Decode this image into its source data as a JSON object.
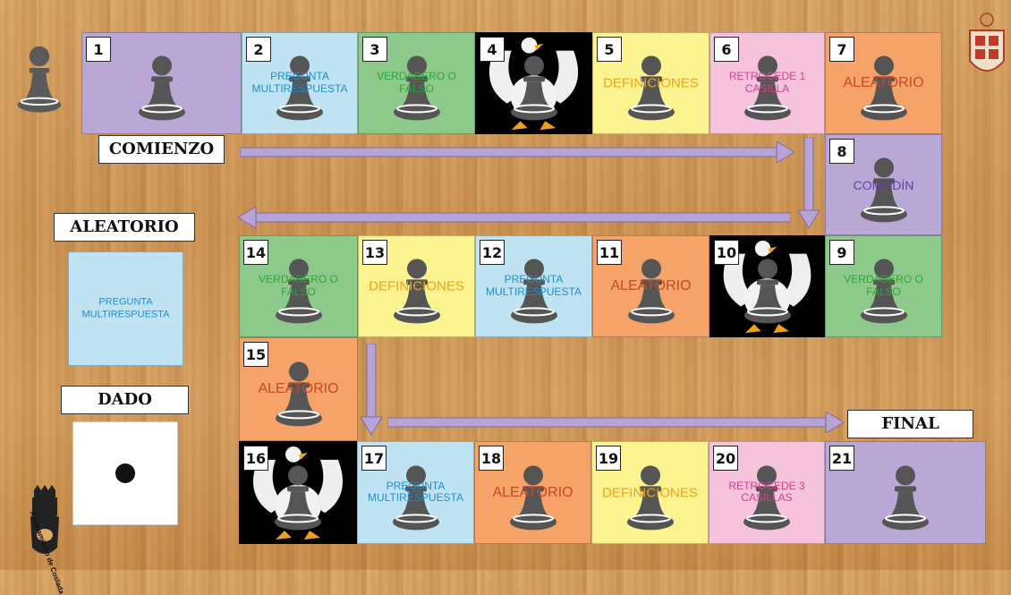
{
  "board": {
    "start_label": "COMIENZO",
    "end_label": "FINAL",
    "random_heading": "ALEATORIO",
    "random_card_text": "PREGUNTA MULTIRESPUESTA",
    "dice_heading": "DADO",
    "town_hall_credit": "Ayuntamiento de Coslada"
  },
  "colors": {
    "purple": "#b9a7d6",
    "blue": "#bfe3f3",
    "green": "#8dc98a",
    "yellow": "#fbf38f",
    "pink": "#f6c3dc",
    "orange": "#f6a36a",
    "black": "#000000",
    "arrow": "#b7a3d4"
  },
  "squares": [
    {
      "number": "1",
      "text": "",
      "color": "purple",
      "text_color": "#000000"
    },
    {
      "number": "2",
      "text": "PREGUNTA MULTIRESPUESTA",
      "color": "blue",
      "text_color": "#1d8fd0"
    },
    {
      "number": "3",
      "text": "VERDADERO O FALSO",
      "color": "green",
      "text_color": "#2aa63a"
    },
    {
      "number": "4",
      "text": "",
      "color": "black",
      "text_color": "#000000",
      "goose": true
    },
    {
      "number": "5",
      "text": "DEFINICIONES",
      "color": "yellow",
      "text_color": "#f0a21b"
    },
    {
      "number": "6",
      "text": "RETROCEDE 1 CASILLA",
      "color": "pink",
      "text_color": "#d4428a"
    },
    {
      "number": "7",
      "text": "ALEATORIO",
      "color": "orange",
      "text_color": "#c8472a"
    },
    {
      "number": "8",
      "text": "COMODÍN",
      "color": "purple",
      "text_color": "#6a3aa0"
    },
    {
      "number": "9",
      "text": "VERDADERO O FALSO",
      "color": "green",
      "text_color": "#2aa63a"
    },
    {
      "number": "10",
      "text": "",
      "color": "black",
      "text_color": "#000000",
      "goose": true
    },
    {
      "number": "11",
      "text": "ALEATORIO",
      "color": "orange",
      "text_color": "#c8472a"
    },
    {
      "number": "12",
      "text": "PREGUNTA MULTIRESPUESTA",
      "color": "blue",
      "text_color": "#1d8fd0"
    },
    {
      "number": "13",
      "text": "DEFINICIONES",
      "color": "yellow",
      "text_color": "#f0a21b"
    },
    {
      "number": "14",
      "text": "VERDADERO O FALSO",
      "color": "green",
      "text_color": "#2aa63a"
    },
    {
      "number": "15",
      "text": "ALEATORIO",
      "color": "orange",
      "text_color": "#c8472a"
    },
    {
      "number": "16",
      "text": "",
      "color": "black",
      "text_color": "#000000",
      "goose": true
    },
    {
      "number": "17",
      "text": "PREGUNTA MULTIRESPUESTA",
      "color": "blue",
      "text_color": "#1d8fd0"
    },
    {
      "number": "18",
      "text": "ALEATORIO",
      "color": "orange",
      "text_color": "#c8472a"
    },
    {
      "number": "19",
      "text": "DEFINICIONES",
      "color": "yellow",
      "text_color": "#f0a21b"
    },
    {
      "number": "20",
      "text": "RETROCEDE 3 CASILLAS",
      "color": "pink",
      "text_color": "#d4428a"
    },
    {
      "number": "21",
      "text": "",
      "color": "purple",
      "text_color": "#000000"
    }
  ]
}
